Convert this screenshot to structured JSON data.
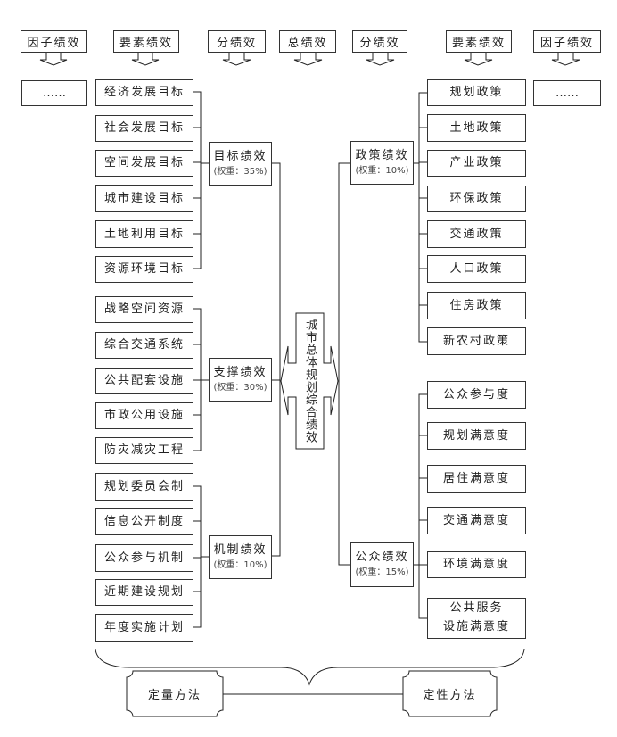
{
  "headers": {
    "left_factor": "因子绩效",
    "left_element": "要素绩效",
    "left_sub": "分绩效",
    "total": "总绩效",
    "right_sub": "分绩效",
    "right_element": "要素绩效",
    "right_factor": "因子绩效"
  },
  "ellipsis": {
    "left": "……",
    "right": "……"
  },
  "central": {
    "label": "城市总体规划综合绩效"
  },
  "left_groups": [
    {
      "title": "目标绩效",
      "weight": "(权重：35%)",
      "items": [
        "经济发展目标",
        "社会发展目标",
        "空间发展目标",
        "城市建设目标",
        "土地利用目标",
        "资源环境目标"
      ]
    },
    {
      "title": "支撑绩效",
      "weight": "(权重：30%)",
      "items": [
        "战略空间资源",
        "综合交通系统",
        "公共配套设施",
        "市政公用设施",
        "防灾减灾工程"
      ]
    },
    {
      "title": "机制绩效",
      "weight": "(权重：10%)",
      "items": [
        "规划委员会制",
        "信息公开制度",
        "公众参与机制",
        "近期建设规划",
        "年度实施计划"
      ]
    }
  ],
  "right_groups": [
    {
      "title": "政策绩效",
      "weight": "(权重：10%)",
      "items": [
        "规划政策",
        "土地政策",
        "产业政策",
        "环保政策",
        "交通政策",
        "人口政策",
        "住房政策",
        "新农村政策"
      ]
    },
    {
      "title": "公众绩效",
      "weight": "(权重：15%)",
      "items": [
        "公众参与度",
        "规划满意度",
        "居住满意度",
        "交通满意度",
        "环境满意度",
        "公共服务\n设施满意度"
      ]
    }
  ],
  "methods": {
    "quantitative": "定量方法",
    "qualitative": "定性方法"
  }
}
